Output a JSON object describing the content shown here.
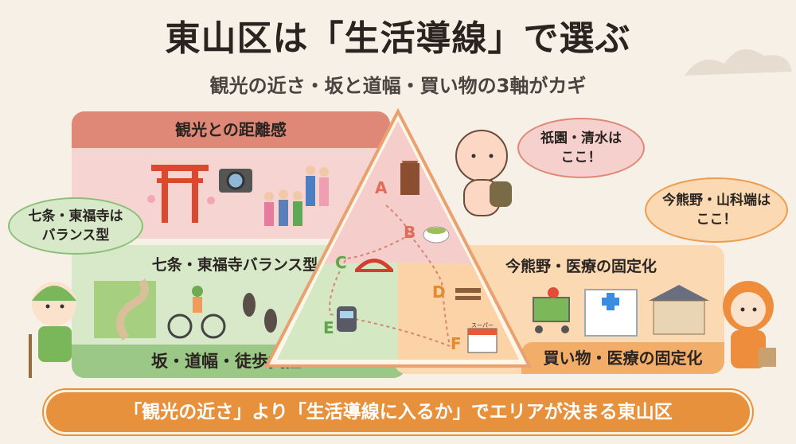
{
  "title": "東山区は「生活導線」で選ぶ",
  "subtitle": "観光の近さ・坂と道幅・買い物の3軸がカギ",
  "panels": {
    "tourism": {
      "header": "観光との距離感",
      "color": "#df8877"
    },
    "balance": {
      "caption": "七条・東福寺バランス型",
      "band": "坂・道幅・徒歩負担",
      "color": "#9bc886"
    },
    "living": {
      "caption": "今熊野・医療の固定化",
      "band": "買い物・医療の固定化",
      "color": "#f2ad69"
    }
  },
  "bubbles": {
    "green": [
      "七条・東福寺は",
      "バランス型"
    ],
    "pink": [
      "祇園・清水は",
      "ここ！"
    ],
    "orange": [
      "今熊野・山科端は",
      "ここ！"
    ]
  },
  "points": [
    "A",
    "B",
    "C",
    "D",
    "E",
    "F"
  ],
  "store_sign": "スーパー",
  "icons": [
    "torii-icon",
    "camera-icon",
    "tourists-icon",
    "pagoda-icon",
    "tea-cup-icon",
    "bridge-icon",
    "train-icon",
    "bench-icon",
    "supermarket-icon",
    "hill-path-icon",
    "bicycle-icon",
    "footprints-icon",
    "shopping-cart-icon",
    "hospital-icon",
    "house-icon"
  ],
  "banner": "「観光の近さ」より「生活導線に入るか」でエリアが決まる東山区"
}
